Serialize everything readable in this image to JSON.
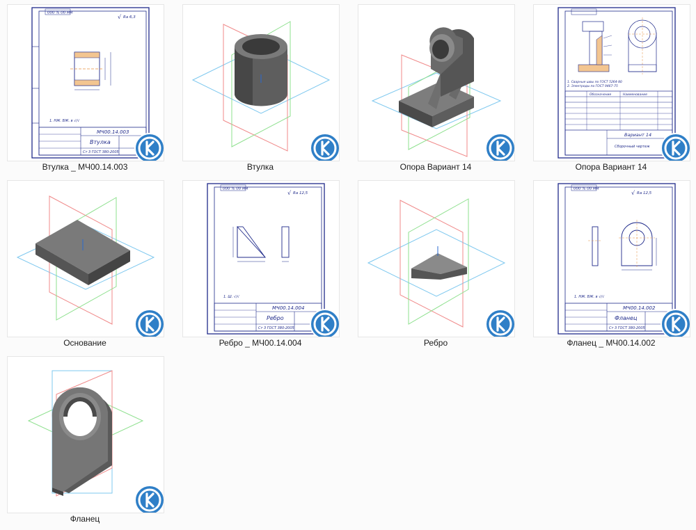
{
  "window": {
    "background": "#fbfbfb"
  },
  "files": [
    {
      "name": "Втулка _ МЧ00.14.003",
      "kind": "drawing",
      "code": "МЧ00.14.003",
      "title": "Втулка",
      "stamp_top": "000 % 00 мм",
      "roughness": "Ra 6,3",
      "gost": "Ст 3 ГОСТ 380-2005"
    },
    {
      "name": "Втулка",
      "kind": "model",
      "shape": "bushing"
    },
    {
      "name": "Опора Вариант 14",
      "kind": "model",
      "shape": "support"
    },
    {
      "name": "Опора Вариант 14",
      "kind": "assembly",
      "code": "Вариант 14",
      "title": "Сборочный чертеж",
      "table_header": [
        "Обозначение",
        "Наименование"
      ]
    },
    {
      "name": "Основание",
      "kind": "model",
      "shape": "plate"
    },
    {
      "name": "Ребро _ МЧ00.14.004",
      "kind": "drawing",
      "code": "МЧ00.14.004",
      "title": "Ребро",
      "stamp_top": "000 % 00 мм",
      "roughness": "Ra 12,5",
      "gost": "Ст 3 ГОСТ 380-2005"
    },
    {
      "name": "Ребро",
      "kind": "model",
      "shape": "rib"
    },
    {
      "name": "Фланец _ МЧ00.14.002",
      "kind": "drawing",
      "code": "МЧ00.14.002",
      "title": "Фланец",
      "stamp_top": "000 % 00 мм",
      "roughness": "Ra 12,5",
      "gost": "Ст 3 ГОСТ 380-2005"
    },
    {
      "name": "Фланец",
      "kind": "model",
      "shape": "flange"
    }
  ],
  "colors": {
    "sheet_border": "#1f2a8a",
    "plane_red": "#f08a8a",
    "plane_blue": "#7ec8ef",
    "plane_green": "#8ee08e",
    "solid_dark": "#4f4f4f",
    "solid_mid": "#6c6c6c",
    "solid_light": "#8a8a8a",
    "badge_blue": "#2f7fc7"
  },
  "icons": {
    "badge": "kompas-3d-logo-icon"
  }
}
